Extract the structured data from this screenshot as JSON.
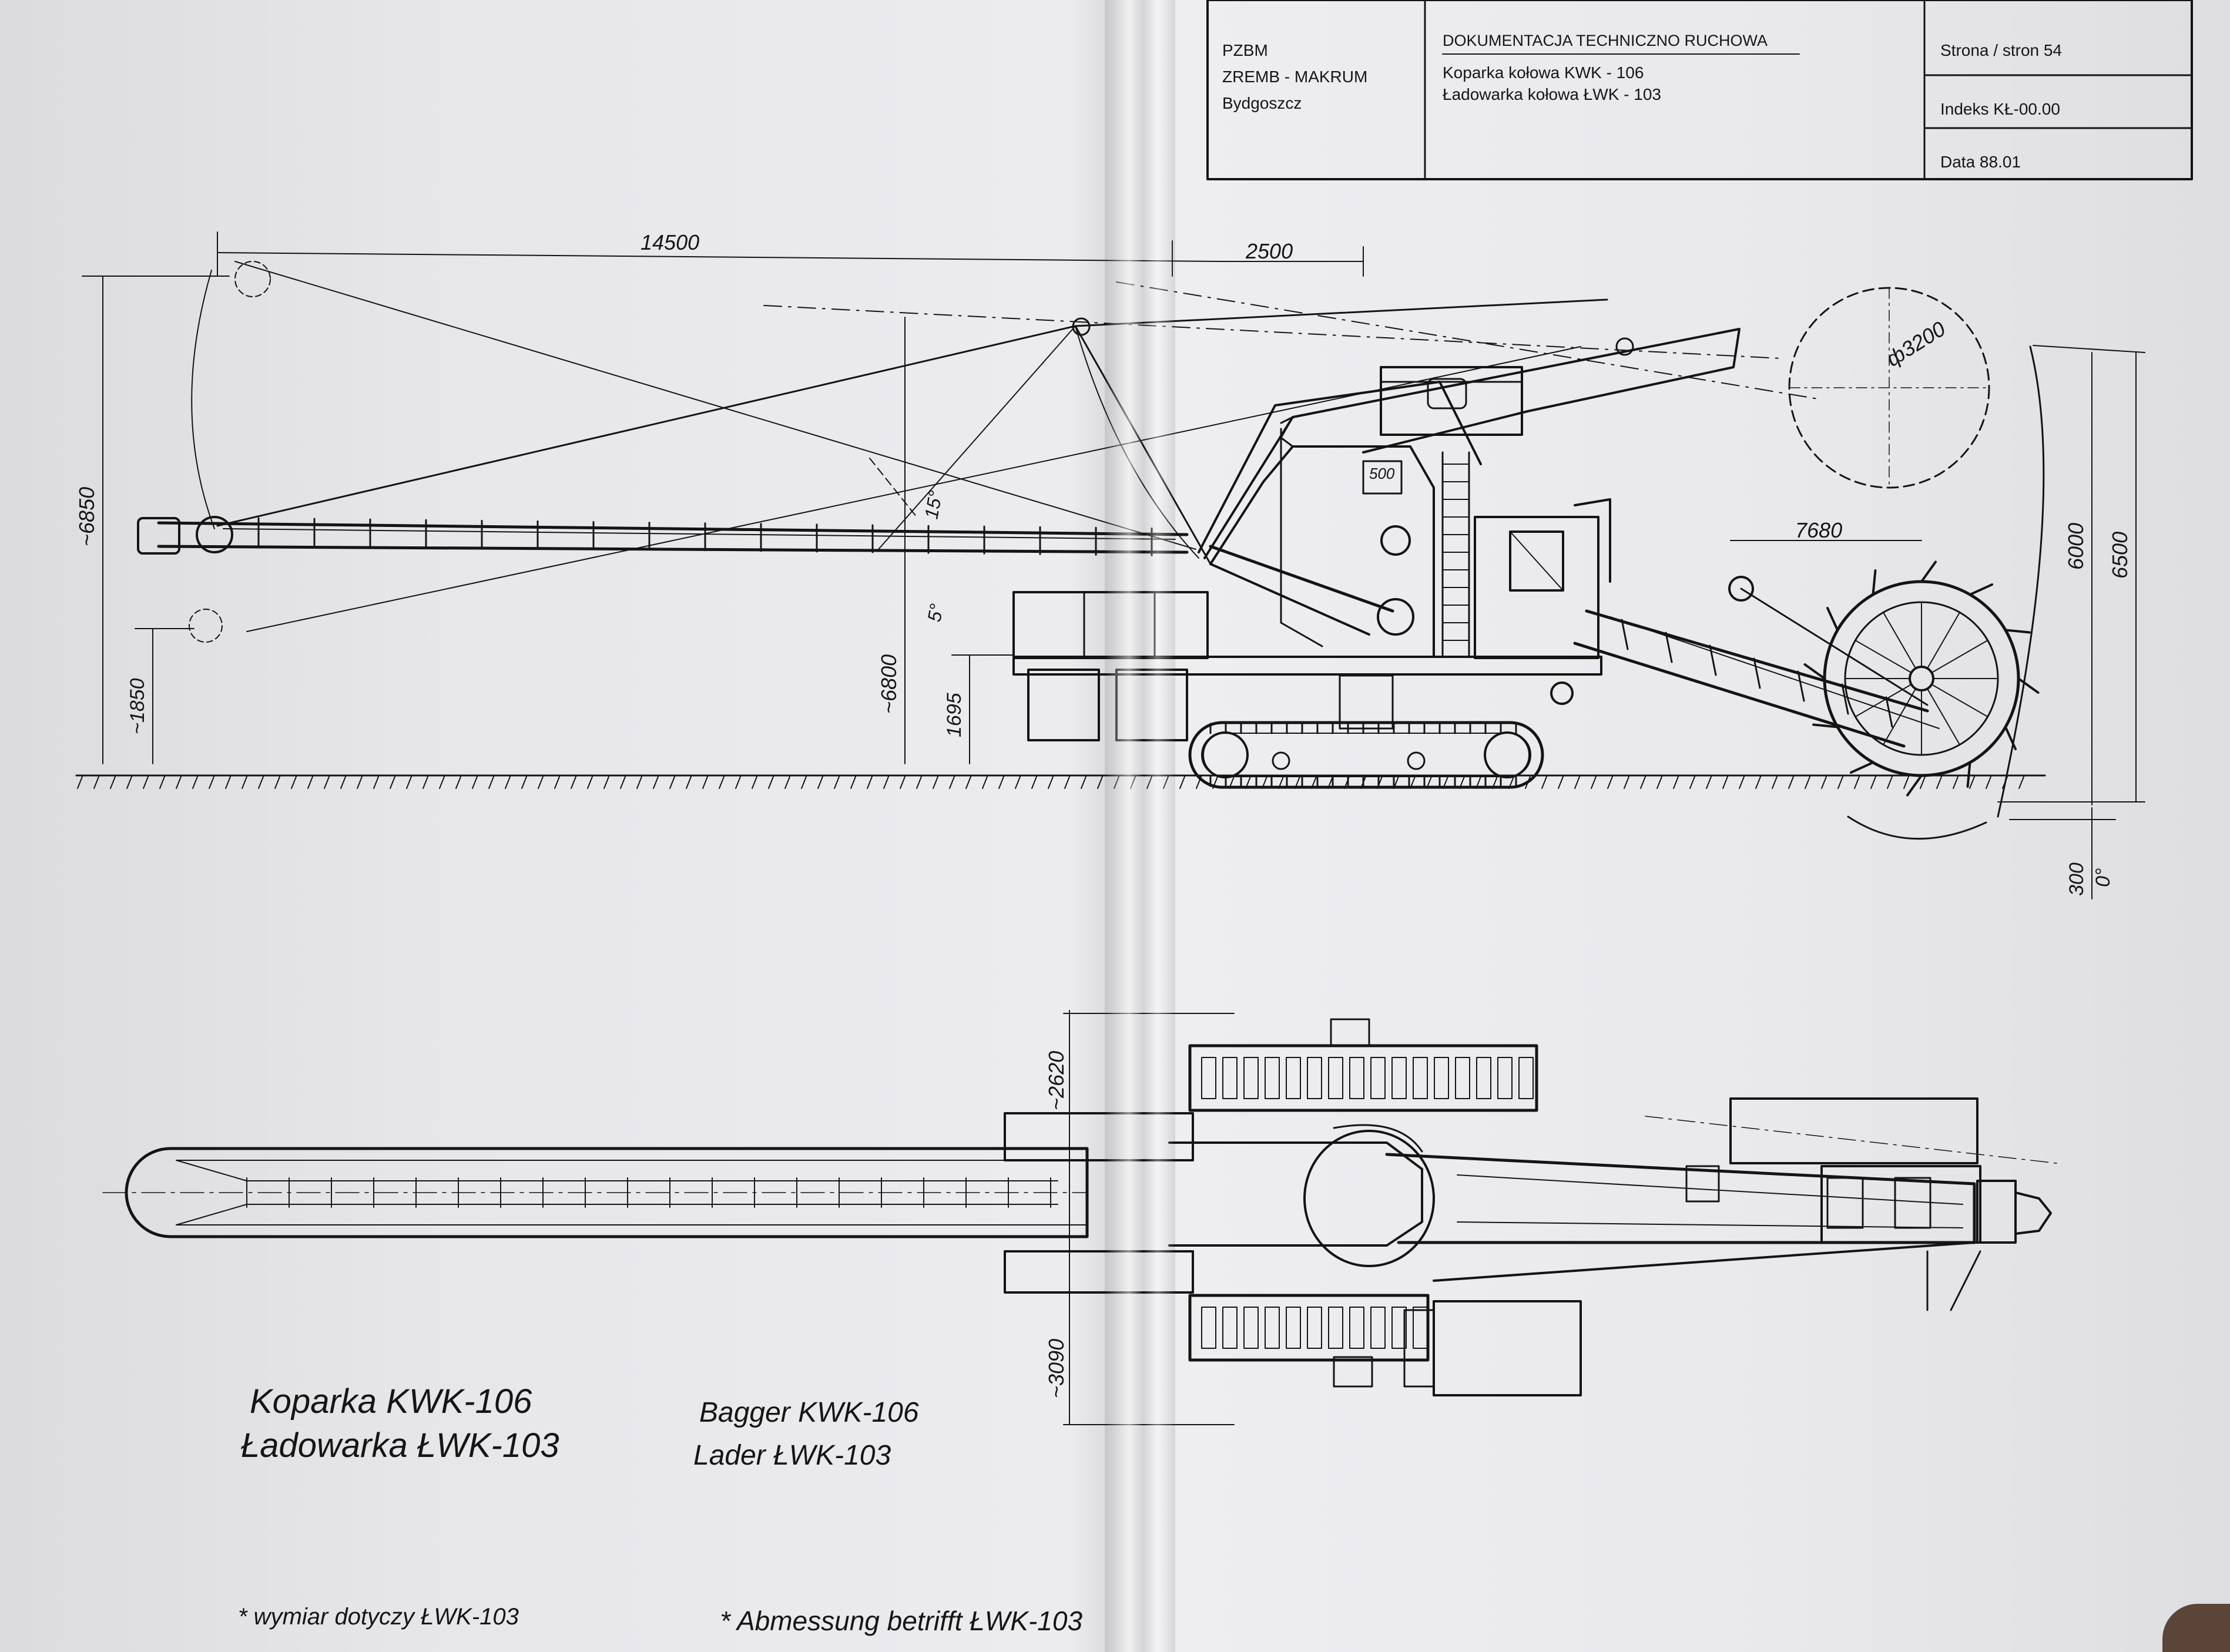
{
  "title_block": {
    "company": [
      "PZBM",
      "ZREMB - MAKRUM",
      "Bydgoszcz"
    ],
    "doc_title": "DOKUMENTACJA  TECHNICZNO  RUCHOWA",
    "doc_lines": [
      "Koparka  kołowa  KWK - 106",
      "Ładowarka  kołowa  ŁWK - 103"
    ],
    "page": "Strona / stron  54",
    "index": "Indeks  KŁ-00.00",
    "date": "Data  88.01"
  },
  "side_view": {
    "dimensions": {
      "boom_length": "14500",
      "top_offset": "2500",
      "wheel_diameter": "ф3200",
      "reach": "7680",
      "height_left": "~6850",
      "height_low": "~1850",
      "height_mid": "~6800",
      "height_axis": "1695",
      "height_right_1": "6000",
      "height_right_2": "6500",
      "depth": "300",
      "depth_angle": "0°",
      "angle_up": "15°",
      "angle_down": "5°",
      "small_mark": "500"
    }
  },
  "top_view": {
    "dimensions": {
      "track_upper": "~2620",
      "track_lower": "~3090"
    }
  },
  "captions": {
    "polish_line1": "Koparka  KWK-106",
    "polish_line2": "Ładowarka ŁWK-103",
    "german_line1": "Bagger KWK-106",
    "german_line2": "Lader  ŁWK-103"
  },
  "footnotes": {
    "polish": "* wymiar dotyczy ŁWK-103",
    "german": "* Abmessung betrifft  ŁWK-103"
  }
}
